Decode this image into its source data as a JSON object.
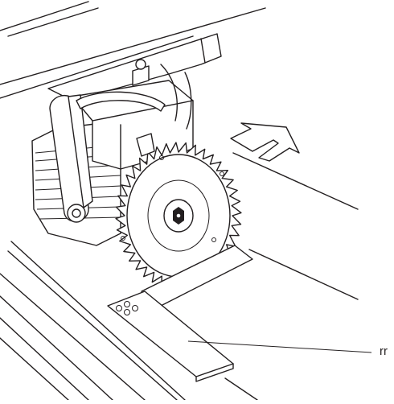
{
  "figure": {
    "callout_label": "rr",
    "colors": {
      "line": "#231f20",
      "background": "#ffffff"
    },
    "parts": [
      "saw-blade",
      "motor-housing",
      "carriage-rail",
      "guide-bar",
      "direction-arrow"
    ]
  }
}
